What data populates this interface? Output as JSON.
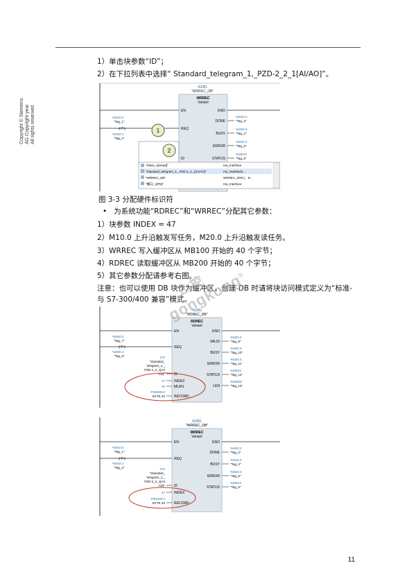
{
  "copyright": [
    "Copyright © Siemens",
    "AG Copyright year",
    "All rights reserved"
  ],
  "steps_top": [
    "1）单击块参数“ID”；",
    "2）在下拉列表中选择“ Standard_telegram_1,_PZD-2_2_1[AI/AO]”。"
  ],
  "fig1": {
    "db": "%DB1",
    "db_name": "\"WRREC_DB\"",
    "block": "WRREC",
    "variant": "Variant",
    "pin_en": "EN",
    "pin_eno": "ENO",
    "pin_req": "REQ",
    "pin_id": "ID",
    "pin_done": "DONE",
    "pin_busy": "BUSY",
    "pin_error": "ERROR",
    "pin_status": "STATUS",
    "in1_addr": "%M10.0",
    "in1_tag": "\"Tag_1\"",
    "in2_addr": "%M10.1",
    "in2_tag": "\"Tag_2\"",
    "out_done_addr": "%M10.2",
    "out_done_tag": "\"Tag_3\"",
    "out_busy_addr": "%M10.3",
    "out_busy_tag": "\"Tag_4\"",
    "out_error_addr": "%M10.4",
    "out_error_tag": "\"Tag_5\"",
    "out_status_addr": "%MD12",
    "out_status_tag": "\"Tag_6\"",
    "callout1": "1",
    "callout2": "2",
    "dropdown": [
      {
        "name": "\"Slave_1[Head]\"",
        "type": "Hw_Interface"
      },
      {
        "name": "\"Standard_telegram_1,_PZD-2_2_1[AI/AO]\"",
        "type": "Hw_SubModu..."
      },
      {
        "name": "\"WRREC_DB\"",
        "type": "WRREC_SFB [... D..."
      },
      {
        "name": "\"端口_1[PN]\"",
        "type": "Hw_Interface"
      }
    ]
  },
  "caption": "图 3-3 分配硬件标识符",
  "bullet": "为系统功能“RDREC”和“WRREC”分配其它参数：",
  "steps_mid": [
    "1）块参数 INDEX = 47",
    "2）M10.0 上升沿触发写任务，M20.0 上升沿触发读任务。",
    "3）WRREC 写入缓冲区从 MB100 开始的 40 个字节；",
    "4）RDREC 读取缓冲区从 MB200 开始的 40 个字节；",
    "5）其它参数分配请参考右图。"
  ],
  "note": [
    "注意：也可以使用 DB 块作为缓冲区，创建 DB 时请将块访问模式定义为“标准-",
    "与 S7-300/400 兼容”模式。"
  ],
  "fig2": {
    "db": "%DB2",
    "db_name": "\"RDREC_DB\"",
    "block": "RDREC",
    "variant": "Variant",
    "pin_en": "EN",
    "pin_eno": "ENO",
    "pin_req": "REQ",
    "pin_id": "ID",
    "pin_index": "INDEX",
    "pin_mlen": "MLEN",
    "pin_record": "RECORD",
    "pin_valid": "VALID",
    "pin_busy": "BUSY",
    "pin_error": "ERROR",
    "pin_status": "STATUS",
    "pin_len": "LEN",
    "in1_addr": "%M20.0",
    "in1_tag": "\"Tag_7\"",
    "in2_addr": "%M20.1",
    "in2_tag": "\"Tag_8\"",
    "id_value": "274",
    "id_name1": "\"Standard_",
    "id_name2": "telegram_1,_",
    "id_name3": "PZD-2_2_1[AI/",
    "id_name4": "AO]\"",
    "index_value": "47",
    "mlen_value": "40",
    "record_addr": "P#M200.0",
    "record_type": "BYTE 40",
    "out_valid_addr": "%M20.2",
    "out_valid_tag": "\"Tag_9\"",
    "out_busy_addr": "%M20.3",
    "out_busy_tag": "\"Tag_10\"",
    "out_error_addr": "%M20.4",
    "out_error_tag": "\"Tag_11\"",
    "out_status_addr": "%MD22",
    "out_status_tag": "\"Tag_12\"",
    "out_len_addr": "%MW26",
    "out_len_tag": "\"Tag_13\""
  },
  "fig3": {
    "db": "%DB1",
    "db_name": "\"WRREC_DB\"",
    "block": "WRREC",
    "variant": "Variant",
    "pin_en": "EN",
    "pin_eno": "ENO",
    "pin_req": "REQ",
    "pin_id": "ID",
    "pin_index": "INDEX",
    "pin_record": "RECORD",
    "pin_done": "DONE",
    "pin_busy": "BUSY",
    "pin_error": "ERROR",
    "pin_status": "STATUS",
    "in1_addr": "%M10.0",
    "in1_tag": "\"Tag_1\"",
    "in2_addr": "%M10.1",
    "in2_tag": "\"Tag_2\"",
    "id_value": "274",
    "id_name1": "\"Standard_",
    "id_name2": "telegram_1,_",
    "id_name3": "PZD-2_2_1[AI/",
    "id_name4": "AO]\"",
    "index_value": "47",
    "record_addr": "P#M100.0",
    "record_type": "BYTE 40",
    "out_done_addr": "%M10.2",
    "out_done_tag": "\"Tag_3\"",
    "out_busy_addr": "%M10.3",
    "out_busy_tag": "\"Tag_4\"",
    "out_error_addr": "%M10.4",
    "out_error_tag": "\"Tag_5\"",
    "out_status_addr": "%MD12",
    "out_status_tag": "\"Tag_6\""
  },
  "watermark": {
    "cn": "工 控 ",
    "en": "gongkong",
    "reg": "®"
  },
  "page_number": "11",
  "colors": {
    "addr": "#1a6fb0",
    "block_fill": "#dfe6ec",
    "circle": "#c0392b",
    "callout": "#e9f0c8"
  }
}
